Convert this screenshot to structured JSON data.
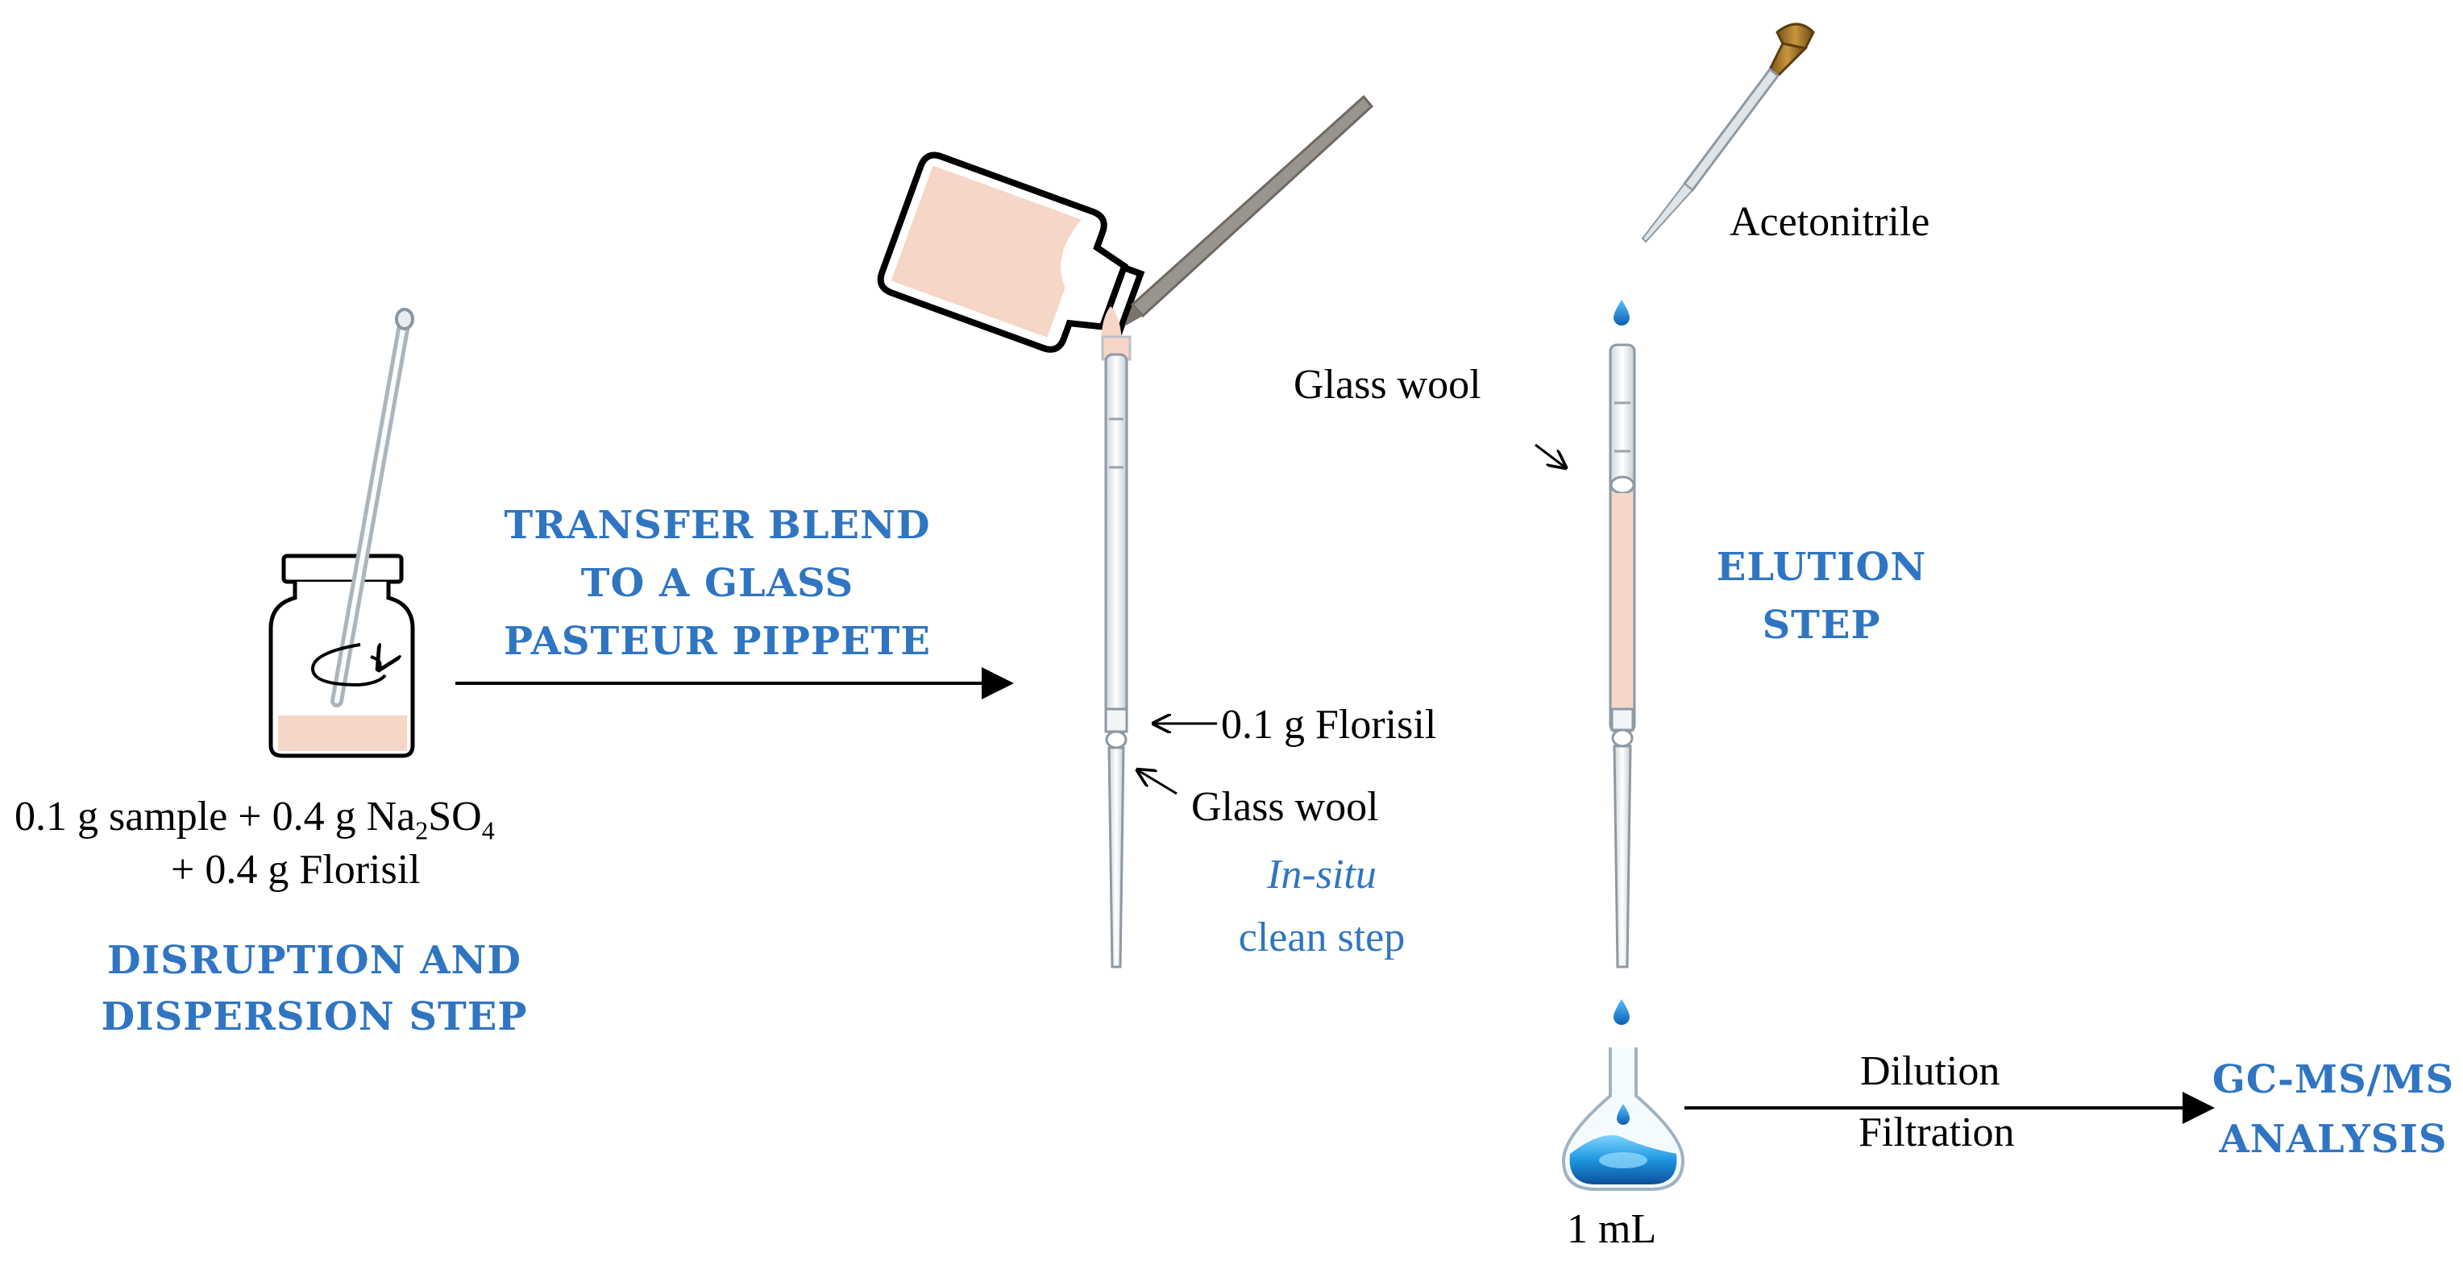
{
  "step1": {
    "sample_line_a": "0.1 g sample + 0.4 g Na",
    "sample_sub_a": "2",
    "sample_line_b": "SO",
    "sample_sub_b": "4",
    "sample_line2": "+ 0.4 g Florisil",
    "title_line1": "DISRUPTION AND",
    "title_line2": "DISPERSION STEP"
  },
  "transfer": {
    "line1": "TRANSFER BLEND",
    "line2": "TO A GLASS",
    "line3": "PASTEUR PIPPETE"
  },
  "column1": {
    "florisil_label": "0.1 g Florisil",
    "glasswool_label": "Glass wool",
    "clean_italic": "In-situ",
    "clean_text": "clean step"
  },
  "column2": {
    "solvent_label": "Acetonitrile",
    "glasswool_label": "Glass wool",
    "title_line1": "ELUTION",
    "title_line2": "STEP"
  },
  "final": {
    "volume_label": "1 mL",
    "dilution_label": "Dilution",
    "filtration_label": "Filtration",
    "analysis_line1": "GC-MS/MS",
    "analysis_line2": "ANALYSIS"
  },
  "colors": {
    "accent_blue": "#2f75c2",
    "sample_pink": "#f6d6c6",
    "liquid_blue": "#1a8fd8"
  }
}
